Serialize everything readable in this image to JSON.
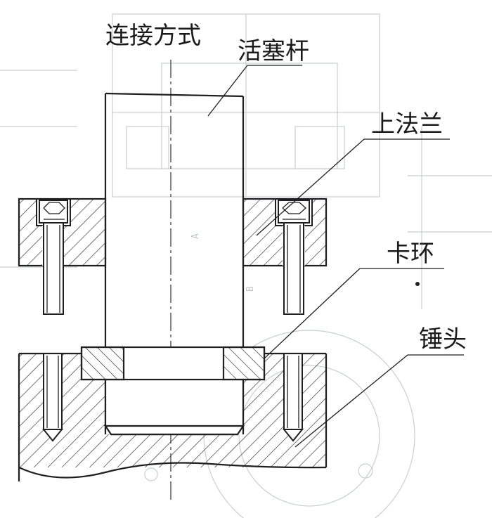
{
  "title": "连接方式",
  "labels": {
    "piston_rod": "活塞杆",
    "upper_flange": "上法兰",
    "snap_ring": "卡环",
    "hammer_head": "锤头"
  },
  "colors": {
    "line": "#1f1f1f",
    "background": "#ffffff",
    "faint_background_drawing": "#c9ced4"
  }
}
